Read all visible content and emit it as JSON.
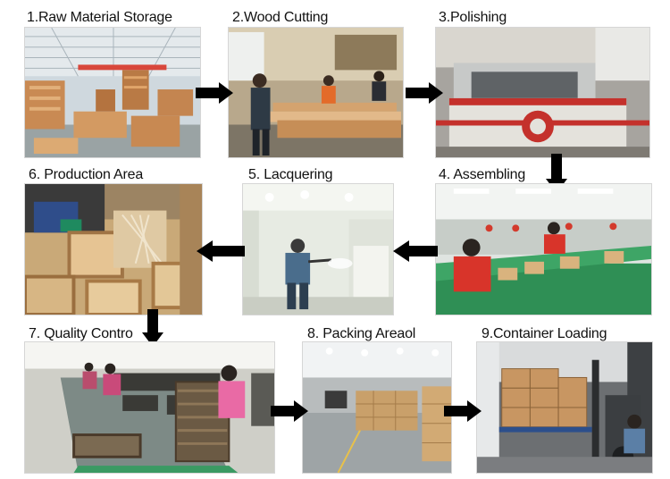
{
  "steps": [
    {
      "number": "1.",
      "label": "Raw Material Storage"
    },
    {
      "number": "2.",
      "label": "Wood Cutting"
    },
    {
      "number": "3.",
      "label": "Polishing"
    },
    {
      "number": "4.",
      "label": "Assembling"
    },
    {
      "number": "5.",
      "label": "Lacquering"
    },
    {
      "number": "6.",
      "label": "Production Area"
    },
    {
      "number": "7.",
      "label": "Quality Contro"
    },
    {
      "number": "8.",
      "label": "Packing Areaol"
    },
    {
      "number": "9.",
      "label": "Container Loading"
    }
  ],
  "colors": {
    "arrow": "#000000",
    "text": "#111111"
  }
}
